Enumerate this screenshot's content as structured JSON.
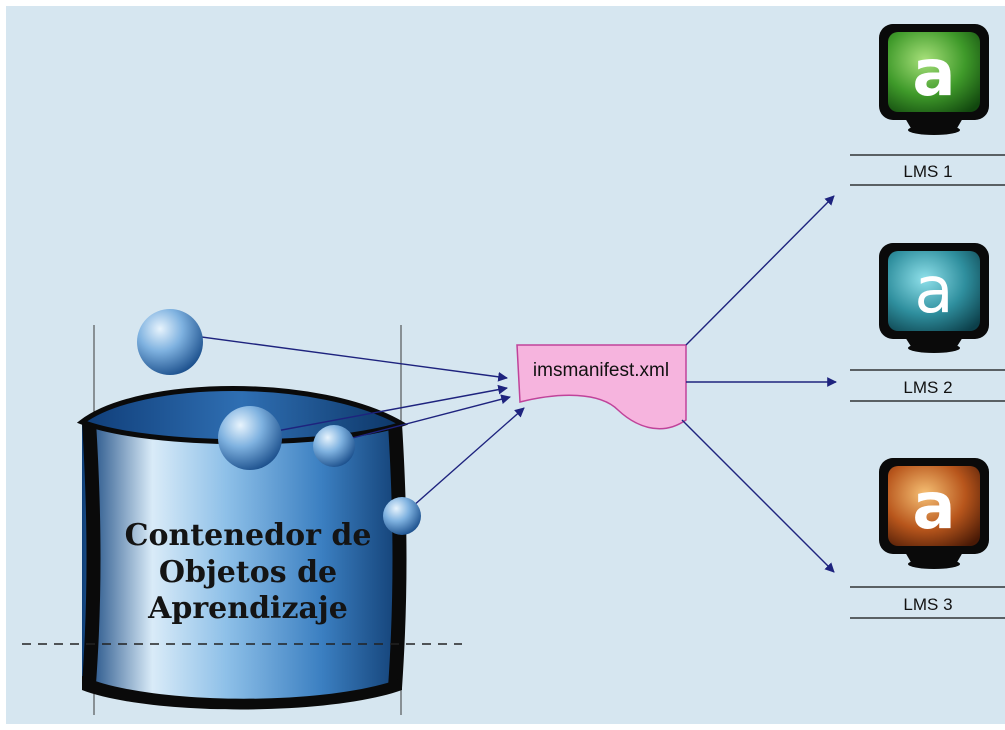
{
  "container": {
    "label_line1": "Contenedor de",
    "label_line2": "Objetos de",
    "label_line3": "Aprendizaje"
  },
  "manifest": {
    "label": "imsmanifest.xml"
  },
  "lms": [
    {
      "label": "LMS 1",
      "icon_letter": "a",
      "icon": "lms-logo-green-icon",
      "color": "#3f9a2a"
    },
    {
      "label": "LMS 2",
      "icon_letter": "a",
      "icon": "lms-logo-teal-icon",
      "color": "#2f8f9e"
    },
    {
      "label": "LMS 3",
      "icon_letter": "a",
      "icon": "lms-logo-orange-icon",
      "color": "#b8561c"
    }
  ],
  "colors": {
    "background": "#d6e6f0",
    "arrow": "#1e237e",
    "manifest_fill": "#f6b4de",
    "manifest_stroke": "#c0439a",
    "container_blue": "#1f5fa0"
  }
}
